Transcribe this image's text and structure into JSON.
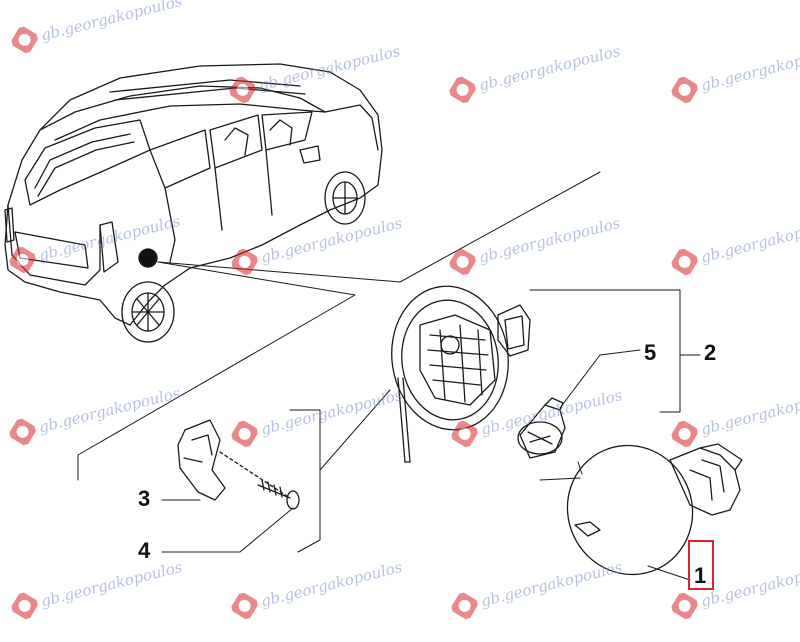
{
  "watermark": {
    "text": "gb.georgakopoulos"
  },
  "callouts": [
    {
      "id": "1",
      "label": "1"
    },
    {
      "id": "2",
      "label": "2"
    },
    {
      "id": "3",
      "label": "3"
    },
    {
      "id": "4",
      "label": "4"
    },
    {
      "id": "5",
      "label": "5"
    }
  ],
  "colors": {
    "line": "#1a1a1a",
    "watermark": "#7a8fc6",
    "logo_red": "#d8262c",
    "highlight": "#d8262c"
  }
}
